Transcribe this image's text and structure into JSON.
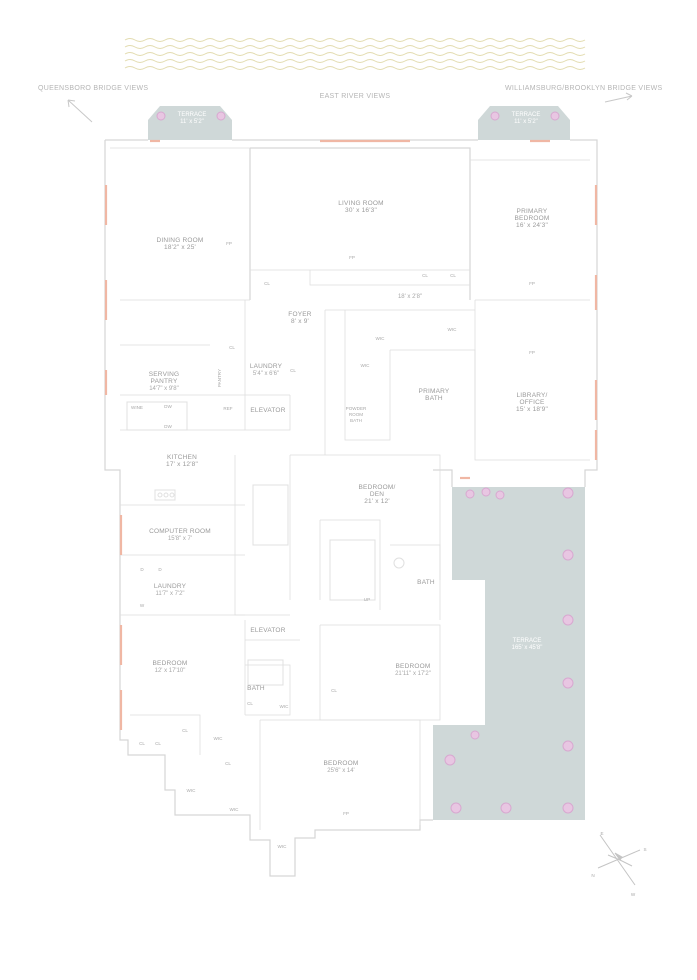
{
  "views": {
    "queensboro": "QUEENSBORO BRIDGE VIEWS",
    "east_river": "EAST RIVER VIEWS",
    "williamsburg": "WILLIAMSBURG/BROOKLYN BRIDGE VIEWS"
  },
  "rooms": {
    "terrace_left": {
      "name": "TERRACE",
      "dim": "11' x 5'2\""
    },
    "terrace_right": {
      "name": "TERRACE",
      "dim": "11' x 5'2\""
    },
    "living_room": {
      "name": "LIVING ROOM",
      "dim": "30' x 16'3\""
    },
    "dining_room": {
      "name": "DINING ROOM",
      "dim": "18'2\" x 25'"
    },
    "primary_bedroom": {
      "name1": "PRIMARY",
      "name2": "BEDROOM",
      "dim": "16' x 24'3\""
    },
    "gallery_dim": "18' x 2'8\"",
    "foyer": {
      "name": "FOYER",
      "dim": "8' x 9'"
    },
    "laundry_small": {
      "name": "LAUNDRY",
      "dim": "5'4\" x 6'6\""
    },
    "serving_pantry": {
      "name1": "SERVING",
      "name2": "PANTRY",
      "dim": "14'7\" x 9'8\""
    },
    "elevator_upper": "ELEVATOR",
    "pantry": "PANTRY",
    "powder_room": {
      "line1": "POWDER",
      "line2": "ROOM",
      "line3": "BATH"
    },
    "primary_bath": {
      "name1": "PRIMARY",
      "name2": "BATH"
    },
    "library": {
      "name1": "LIBRARY/",
      "name2": "OFFICE",
      "dim": "15' x 18'9\""
    },
    "kitchen": {
      "name": "KITCHEN",
      "dim": "17' x 12'8\""
    },
    "bedroom_den": {
      "name1": "BEDROOM/",
      "name2": "DEN",
      "dim": "21' x 12'"
    },
    "computer_room": {
      "name": "COMPUTER ROOM",
      "dim": "15'8\" x 7'"
    },
    "laundry_lower": {
      "name": "LAUNDRY",
      "dim": "11'7\" x 7'2\""
    },
    "bath_mid": "BATH",
    "terrace_large": {
      "name": "TERRACE",
      "dim": "165' x 45'8\""
    },
    "elevator_lower": "ELEVATOR",
    "bedroom_left": {
      "name": "BEDROOM",
      "dim": "12' x 17'10\""
    },
    "bedroom_mid": {
      "name": "BEDROOM",
      "dim": "21'11\" x 17'2\""
    },
    "bath_lower": "BATH",
    "bedroom_bottom": {
      "name": "BEDROOM",
      "dim": "25'6\" x 14'"
    }
  },
  "fixtures": {
    "fp": "FP",
    "cl": "CL",
    "wic": "WIC",
    "dw": "DW",
    "up": "UP",
    "refrigerator": "REF",
    "wine": "WINE",
    "d": "D",
    "w": "W"
  },
  "compass": {
    "n": "N",
    "e": "E",
    "s": "S",
    "w": "W"
  },
  "colors": {
    "terrace_fill": "#cfd8d8",
    "wall": "#d6d6d6",
    "window": "#f0b7a4",
    "plant": "#d8a8d0",
    "water": "#e3dcb0"
  }
}
